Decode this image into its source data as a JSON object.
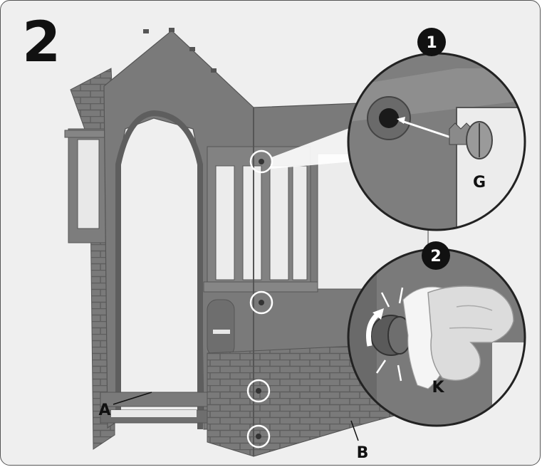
{
  "step": {
    "number": "2"
  },
  "labels": {
    "part_a": "A",
    "part_b": "B",
    "part_g": "G",
    "part_k": "K"
  },
  "detail_1": {
    "badge": "1"
  },
  "detail_2": {
    "badge": "2"
  },
  "colors": {
    "plastic": "#7a7a7a",
    "plastic_dark": "#5e5e5e",
    "plastic_light": "#949494",
    "background": "#efefef",
    "badge": "#111111",
    "highlight_ring": "#ffffff"
  }
}
